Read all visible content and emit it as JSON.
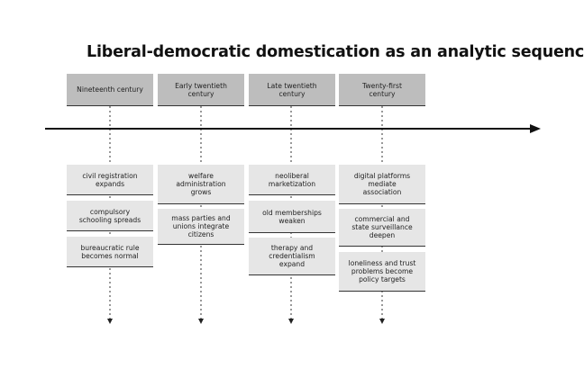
{
  "title": "Liberal-democratic domestication as an analytic sequence",
  "eras": [
    {
      "label": "Nineteenth century",
      "events": [
        "civil registration\nexpands",
        "compulsory\nschooling spreads",
        "bureaucratic rule\nbecomes normal"
      ]
    },
    {
      "label": "Early twentieth\ncentury",
      "events": [
        "welfare\nadministration\ngrows",
        "mass parties and\nunions integrate\ncitizens"
      ]
    },
    {
      "label": "Late twentieth\ncentury",
      "events": [
        "neoliberal\nmarketization",
        "old memberships\nweaken",
        "therapy and\ncredentialism\nexpand"
      ]
    },
    {
      "label": "Twenty-first\ncentury",
      "events": [
        "digital platforms\nmediate\nassociation",
        "commercial and\nstate surveillance\ndeepen",
        "loneliness and trust\nproblems become\npolicy targets"
      ]
    }
  ]
}
